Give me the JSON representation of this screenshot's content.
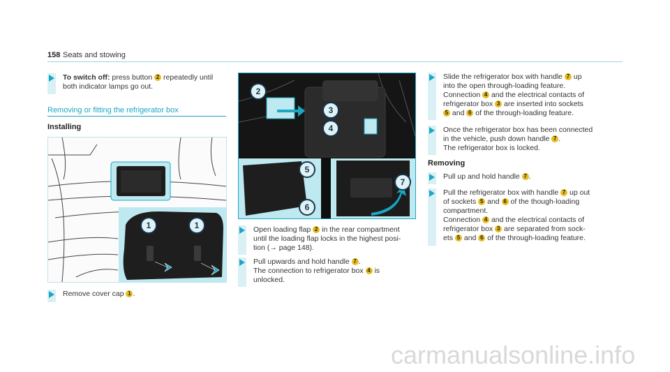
{
  "header": {
    "page_number": "158",
    "chapter": "Seats and stowing"
  },
  "column1": {
    "step_switch_off": {
      "label": "To switch off:",
      "text_a": "press button",
      "num": "2",
      "text_b": "repeatedly until",
      "line2": "both indicator lamps go out."
    },
    "section_title": "Removing or fitting the refrigerator box",
    "subsection_installing": "Installing",
    "figure1_callouts": [
      "1",
      "1"
    ],
    "step_remove_cover": {
      "text": "Remove cover cap",
      "num": "1"
    }
  },
  "column2": {
    "figure2_callouts": [
      "2",
      "3",
      "4",
      "5",
      "6",
      "7"
    ],
    "step_open_flap": {
      "text_a": "Open loading flap",
      "num": "2",
      "text_b": "in the rear compartment",
      "line2": "until the loading flap locks in the highest posi-",
      "line3": "tion (→ page 148)."
    },
    "step_pull_upwards": {
      "text_a": "Pull upwards and hold handle",
      "num1": "7",
      "line2_a": "The connection to refrigerator box",
      "num2": "4",
      "line2_b": "is",
      "line3": "unlocked."
    }
  },
  "column3": {
    "step_slide": {
      "l1a": "Slide the refrigerator box with handle",
      "n1": "7",
      "l1b": "up",
      "l2": "into the open through-loading feature.",
      "l3a": "Connection",
      "n2": "4",
      "l3b": "and the electrical contacts of",
      "l4a": "refrigerator box",
      "n3": "3",
      "l4b": "are inserted into sockets",
      "n4": "5",
      "l5a": "and",
      "n5": "6",
      "l5b": "of the through-loading feature."
    },
    "step_once": {
      "l1": "Once the refrigerator box has been connected",
      "l2a": "in the vehicle, push down handle",
      "n1": "7",
      "l3": "The refrigerator box is locked."
    },
    "subsection_removing": "Removing",
    "step_pull_hold": {
      "text": "Pull up and hold handle",
      "num": "7"
    },
    "step_pull_out": {
      "l1a": "Pull the refrigerator box with handle",
      "n1": "7",
      "l1b": "up out",
      "l2a": "of sockets",
      "n2": "5",
      "l2b": "and",
      "n3": "6",
      "l2c": "of the though-loading",
      "l3": "compartment.",
      "l4a": "Connection",
      "n4": "4",
      "l4b": "and the electrical contacts of",
      "l5a": "refrigerator box",
      "n5": "3",
      "l5b": "are separated from sock-",
      "l6a": "ets",
      "n6": "5",
      "l6b": "and",
      "n7": "6",
      "l6c": "of the through-loading feature."
    }
  },
  "watermark": "carmanualsonline.info",
  "colors": {
    "accent": "#1aa6c4",
    "callout_yellow": "#e6bd1e",
    "panel_bg": "#bfe9f1",
    "dark": "#1b1b1b"
  }
}
